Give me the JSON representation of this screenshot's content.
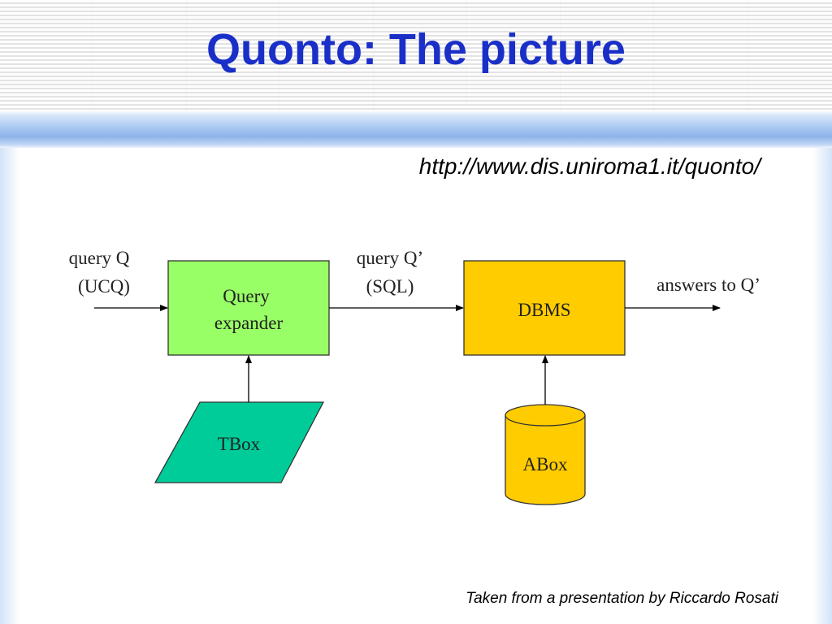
{
  "title": "Quonto: The picture",
  "url": "http://www.dis.uniroma1.it/quonto/",
  "credit": "Taken from a presentation by Riccardo Rosati",
  "colors": {
    "title": "#1a2fc8",
    "query_expander_fill": "#99ff66",
    "dbms_fill": "#ffcc00",
    "tbox_fill": "#00cc99",
    "abox_fill": "#ffcc00"
  },
  "diagram": {
    "input_label": {
      "line1": "query Q",
      "line2": "(UCQ)"
    },
    "query_expander": {
      "line1": "Query",
      "line2": "expander"
    },
    "middle_label": {
      "line1": "query Q’",
      "line2": "(SQL)"
    },
    "dbms": {
      "label": "DBMS"
    },
    "output_label": "answers to Q’",
    "tbox": {
      "label": "TBox"
    },
    "abox": {
      "label": "ABox"
    }
  }
}
